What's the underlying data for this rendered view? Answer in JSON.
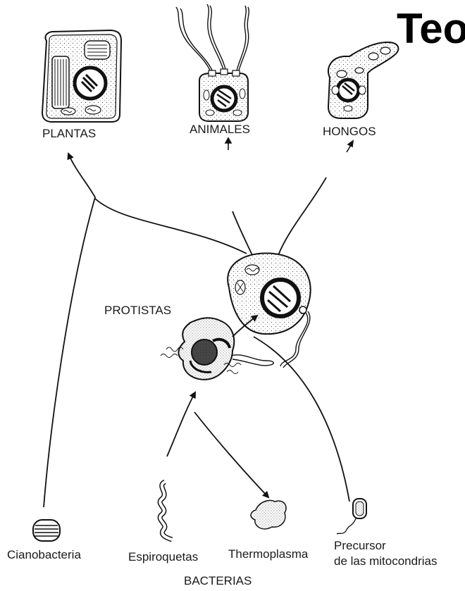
{
  "title": "Teo",
  "kingdoms": {
    "plantas": "PLANTAS",
    "animales": "ANIMALES",
    "hongos": "HONGOS",
    "protistas": "PROTISTAS"
  },
  "bacteria": {
    "group_label": "BACTERIAS",
    "cianobacteria": "Cianobacteria",
    "espiroquetas": "Espiroquetas",
    "thermoplasma": "Thermoplasma",
    "precursor_line1": "Precursor",
    "precursor_line2": "de las mitocondrias"
  }
}
